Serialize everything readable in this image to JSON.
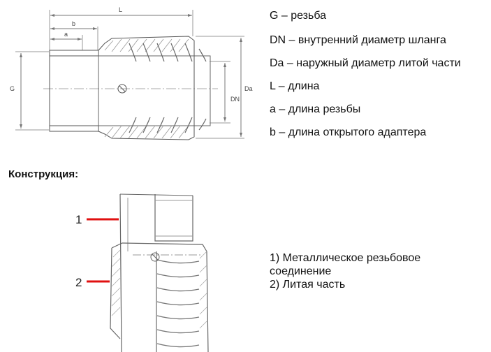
{
  "top_diagram": {
    "dims": {
      "L": "L",
      "b": "b",
      "a": "a",
      "G": "G",
      "Da": "Da",
      "DN": "DN"
    }
  },
  "legend": [
    "G – резьба",
    "DN – внутренний диаметр шланга",
    "Da – наружный диаметр литой части",
    "L – длина",
    "a – длина резьбы",
    "b – длина открытого адаптера"
  ],
  "construction": {
    "title": "Конструкция:",
    "callouts": [
      "1",
      "2"
    ],
    "parts": [
      "1) Металлическое резьбовое",
      "соединение",
      "2) Литая часть"
    ],
    "colors": {
      "pointer": "#e01010",
      "line": "#555555",
      "hatch": "#888888"
    }
  }
}
